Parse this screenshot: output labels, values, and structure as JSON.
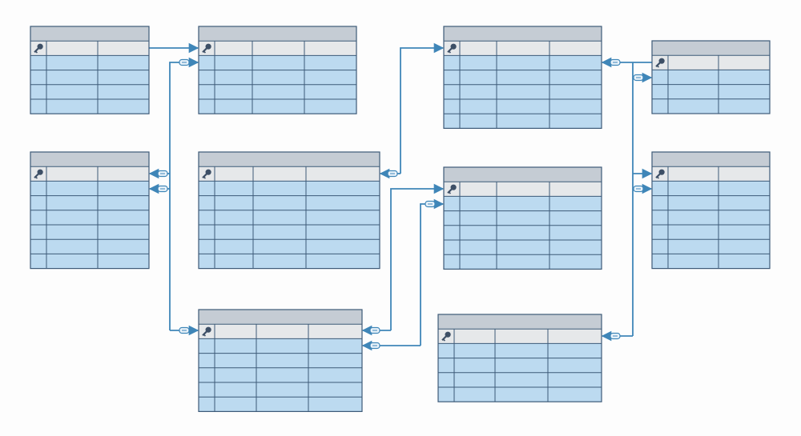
{
  "colors": {
    "header": "#c5ccd4",
    "key_row": "#e6e8ea",
    "data_row": "#bcdaf0",
    "border": "#3d5a78",
    "connector": "#3f86b8",
    "key_icon": "#3d4f66"
  },
  "key_icon": "key-icon",
  "tables": [
    {
      "id": "t1",
      "columns": 3,
      "data_rows": 4
    },
    {
      "id": "t2",
      "columns": 4,
      "data_rows": 4
    },
    {
      "id": "t3",
      "columns": 4,
      "data_rows": 5
    },
    {
      "id": "t4",
      "columns": 3,
      "data_rows": 3
    },
    {
      "id": "t5",
      "columns": 3,
      "data_rows": 6
    },
    {
      "id": "t6",
      "columns": 4,
      "data_rows": 6
    },
    {
      "id": "t7",
      "columns": 4,
      "data_rows": 5
    },
    {
      "id": "t8",
      "columns": 3,
      "data_rows": 6
    },
    {
      "id": "t9",
      "columns": 4,
      "data_rows": 5
    },
    {
      "id": "t10",
      "columns": 4,
      "data_rows": 4
    }
  ],
  "relationships": [
    {
      "from": "t1",
      "to": "t2",
      "badge": false
    },
    {
      "from": "t5",
      "to": "t2",
      "badge": true
    },
    {
      "from": "t5",
      "to": "t9",
      "badge": true
    },
    {
      "from": "t3",
      "to": "t6",
      "badge": true
    },
    {
      "from": "t4",
      "to": "t3",
      "badge": true
    },
    {
      "from": "t4",
      "to": "t8",
      "badge": true
    },
    {
      "from": "t8",
      "to": "t10",
      "badge": true
    },
    {
      "from": "t7",
      "to": "t9",
      "badge": true
    }
  ]
}
